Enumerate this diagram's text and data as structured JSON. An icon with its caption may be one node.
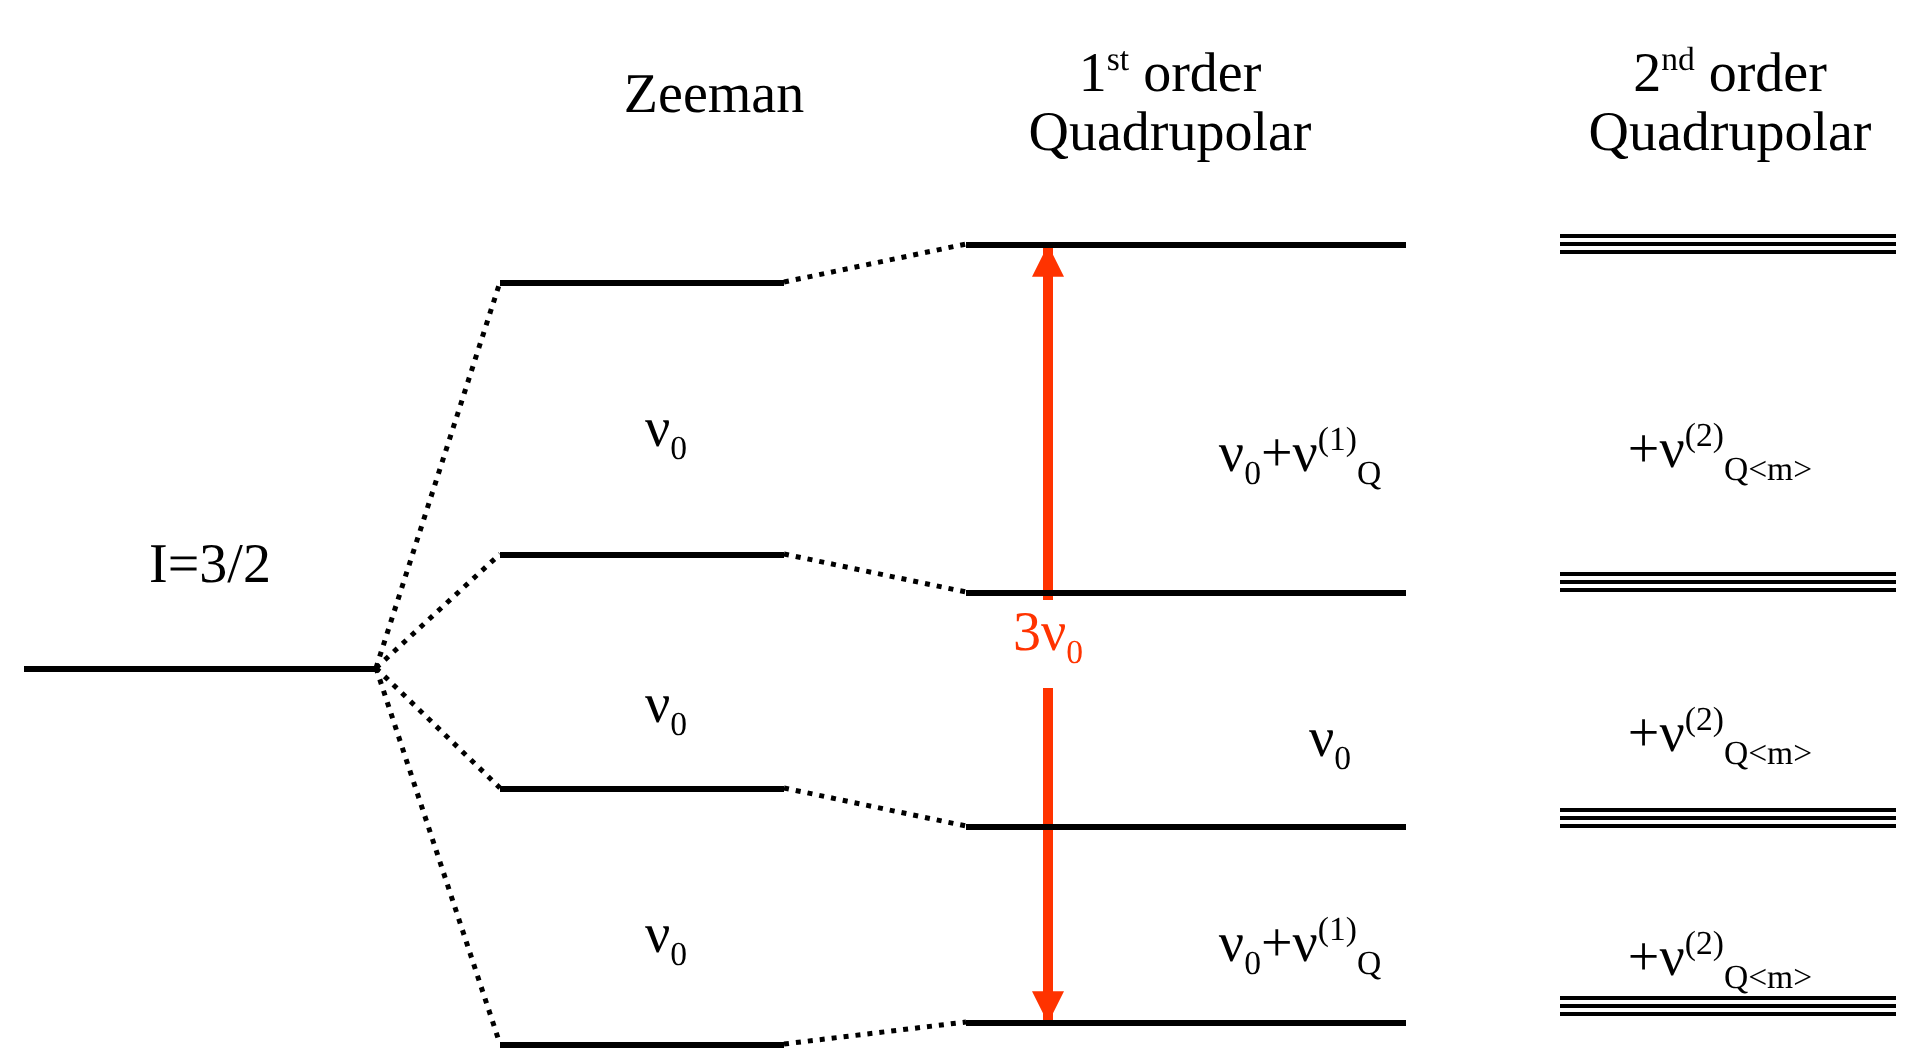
{
  "diagram": {
    "nodes": [
      {
        "text": [
          "I=3/2"
        ]
      },
      {
        "text": [],
        "shape": "bar"
      },
      {
        "text": [],
        "shape": "bar"
      },
      {
        "text": [],
        "shape": "bar"
      },
      {
        "text": [],
        "shape": "bar"
      },
      {
        "text": [],
        "shape": "bar"
      },
      {
        "text": [],
        "shape": "bar"
      },
      {
        "text": [],
        "shape": "bar"
      },
      {
        "text": [],
        "shape": "bar"
      },
      {
        "text": [],
        "shape": "bar"
      },
      {
        "text": [],
        "shape": "bar"
      },
      {
        "text": [],
        "shape": "bar"
      },
      {
        "text": [],
        "shape": "bar"
      }
    ],
    "edges": [
      {
        "from": 0,
        "to": 1,
        "arrow": "none",
        "style": "dashed"
      },
      {
        "from": 0,
        "to": 2,
        "arrow": "none",
        "style": "dashed"
      },
      {
        "from": 0,
        "to": 3,
        "arrow": "none",
        "style": "dashed"
      },
      {
        "from": 0,
        "to": 4,
        "arrow": "none",
        "style": "dashed"
      },
      {
        "from": 1,
        "to": 5,
        "arrow": "none",
        "style": "dashed"
      },
      {
        "from": 2,
        "to": 6,
        "arrow": "none",
        "style": "dashed"
      },
      {
        "from": 3,
        "to": 7,
        "arrow": "none",
        "style": "dashed"
      },
      {
        "from": 4,
        "to": 8,
        "arrow": "none",
        "style": "dashed"
      },
      {
        "from": 5,
        "to": 8,
        "arrow": "both",
        "style": "thick",
        "color": "#ff3300",
        "label": "3ν$_{0}$"
      }
    ],
    "labels": [
      "Zeeman",
      "1$^{st}$ order Quadrupolar",
      "2$^{nd}$ order Quadrupolar",
      "ν$_{0}$",
      "ν$_{0}$+ν$^{(1)}$$_{Q}$",
      "+ν$^{(2)}$$_{Q<m>}$",
      "ν$_{0}$",
      "ν$_{0}$",
      "+ν$^{(2)}$$_{Q<m>}$",
      "ν$_{0}$",
      "ν$_{0}$+ν$^{(1)}$$_{Q}$",
      "+ν$^{(2)}$$_{Q<m>}$"
    ]
  }
}
